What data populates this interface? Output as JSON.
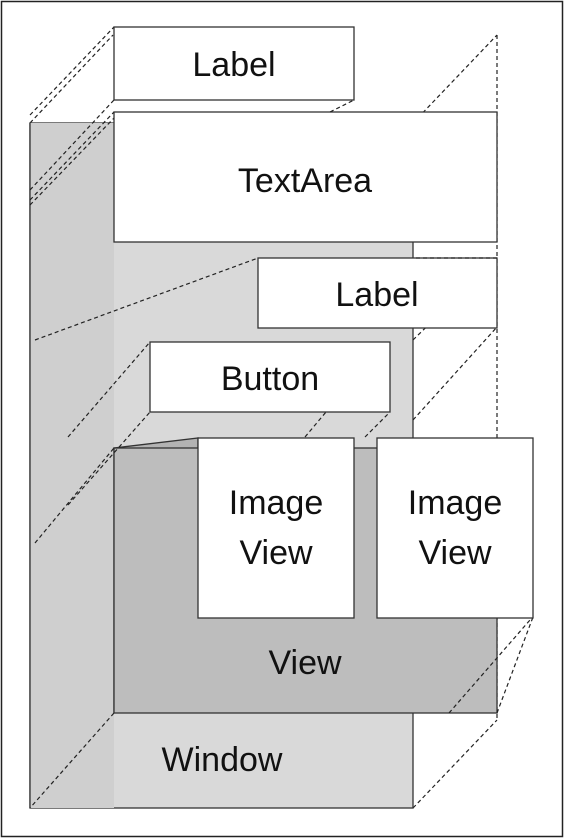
{
  "diagram": {
    "labels": {
      "window": "Window",
      "view": "View",
      "image_view_1_line1": "Image",
      "image_view_1_line2": "View",
      "image_view_2_line1": "Image",
      "image_view_2_line2": "View",
      "button": "Button",
      "label_top": "Label",
      "label_mid": "Label",
      "text_area": "TextArea"
    },
    "colors": {
      "window_fill": "#d9d9d9",
      "view_fill": "#bdbdbd",
      "view_side_fill": "#b3b3b3",
      "component_fill": "#ffffff",
      "border": "#333333"
    }
  }
}
